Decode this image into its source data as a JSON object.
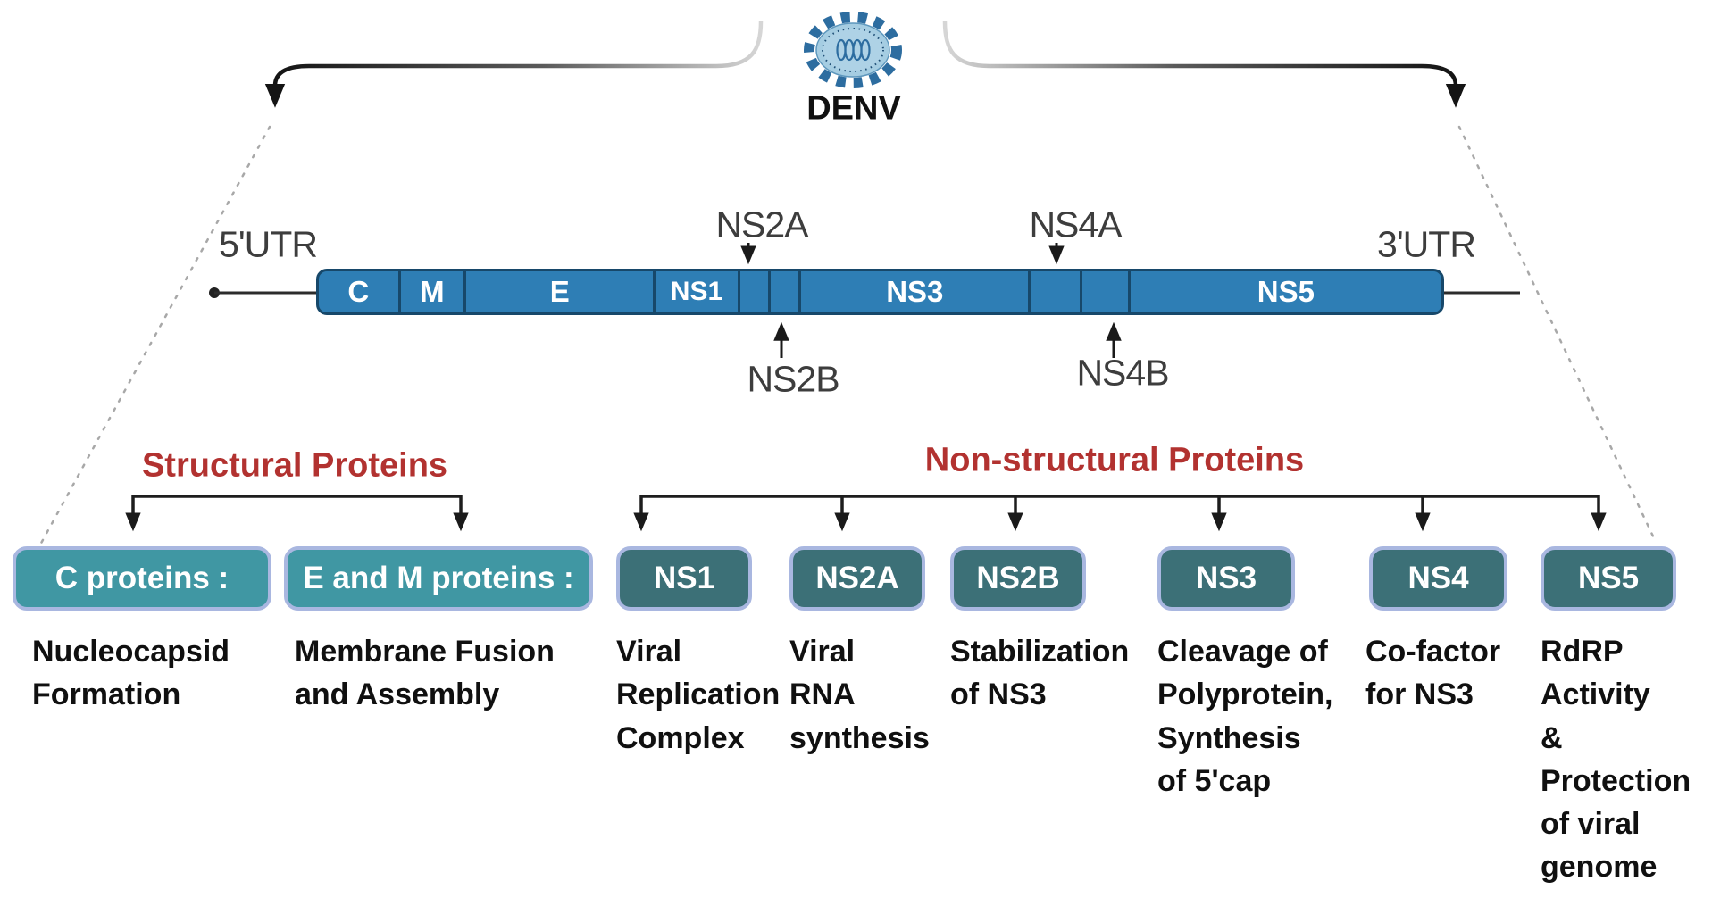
{
  "virus": {
    "label": "DENV"
  },
  "genome": {
    "utr5_label": "5'UTR",
    "utr3_label": "3'UTR",
    "segments": [
      {
        "label": "C"
      },
      {
        "label": "M"
      },
      {
        "label": "E"
      },
      {
        "label": "NS1"
      },
      {
        "label": ""
      },
      {
        "label": ""
      },
      {
        "label": "NS3"
      },
      {
        "label": ""
      },
      {
        "label": ""
      },
      {
        "label": "NS5"
      }
    ],
    "callouts": {
      "ns2a": "NS2A",
      "ns2b": "NS2B",
      "ns4a": "NS4A",
      "ns4b": "NS4B"
    }
  },
  "structural": {
    "title": "Structural Proteins",
    "items": [
      {
        "label": "C proteins :",
        "description": "Nucleocapsid\nFormation"
      },
      {
        "label": "E and M proteins :",
        "description": "Membrane Fusion\nand Assembly"
      }
    ]
  },
  "nonstructural": {
    "title": "Non-structural Proteins",
    "items": [
      {
        "label": "NS1",
        "description": "Viral\nReplication\nComplex"
      },
      {
        "label": "NS2A",
        "description": "Viral\nRNA\nsynthesis"
      },
      {
        "label": "NS2B",
        "description": "Stabilization\nof NS3"
      },
      {
        "label": "NS3",
        "description": "Cleavage of\nPolyprotein,\nSynthesis\nof 5'cap"
      },
      {
        "label": "NS4",
        "description": "Co-factor\nfor NS3"
      },
      {
        "label": "NS5",
        "description": "RdRP\nActivity\n&\nProtection\nof viral\ngenome"
      }
    ]
  },
  "colors": {
    "genome_bar_blue": "#2e7eb5",
    "genome_bar_border": "#17486a",
    "structural_box_teal": "#4097a3",
    "nonstructural_box_teal": "#3c7077",
    "box_border_periwinkle": "#a9b7e0",
    "title_red": "#b23230",
    "virus_dark_blue": "#2d6da0",
    "virus_light_blue": "#a5cde2"
  }
}
